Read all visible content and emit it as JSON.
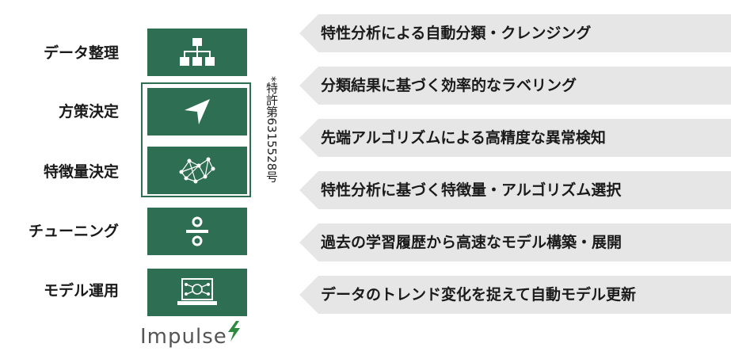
{
  "steps": [
    {
      "label": "データ整理",
      "icon": "sitemap-icon"
    },
    {
      "label": "方策決定",
      "icon": "navigation-arrow-icon"
    },
    {
      "label": "特徴量決定",
      "icon": "network-graph-icon"
    },
    {
      "label": "チューニング",
      "icon": "division-icon"
    },
    {
      "label": "モデル運用",
      "icon": "laptop-circuit-icon"
    }
  ],
  "patent_note": "*特許第6315528号",
  "features": [
    "特性分析による自動分類・クレンジング",
    "分類結果に基づく効率的なラベリング",
    "先端アルゴリズムによる高精度な異常検知",
    "特性分析に基づく特徴量・アルゴリズム選択",
    "過去の学習履歴から高速なモデル構築・展開",
    "データのトレンド変化を捉えて自動モデル更新"
  ],
  "logo": "Impulse",
  "colors": {
    "accent": "#2e6e52",
    "arrow": "#e6e6e6"
  }
}
